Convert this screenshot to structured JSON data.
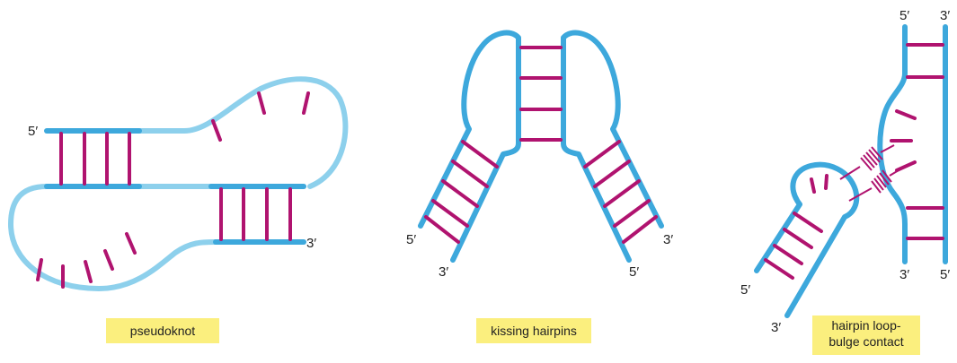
{
  "panels": {
    "pseudoknot": {
      "caption": "pseudoknot",
      "label_5": "5′",
      "label_3": "3′"
    },
    "kissing": {
      "caption": "kissing hairpins",
      "left_5": "5′",
      "left_3": "3′",
      "right_3": "3′",
      "right_5": "5′"
    },
    "bulge": {
      "caption_line1": "hairpin loop-",
      "caption_line2": "bulge contact",
      "top_5": "5′",
      "top_3": "3′",
      "bottom_3": "3′",
      "bottom_5": "5′",
      "hairpin_5": "5′",
      "hairpin_3": "3′"
    }
  },
  "colors": {
    "strand": "#3da8dc",
    "strand_light": "#8dd0ec",
    "base_pair": "#b0136f",
    "caption_background": "#fbef7e"
  }
}
